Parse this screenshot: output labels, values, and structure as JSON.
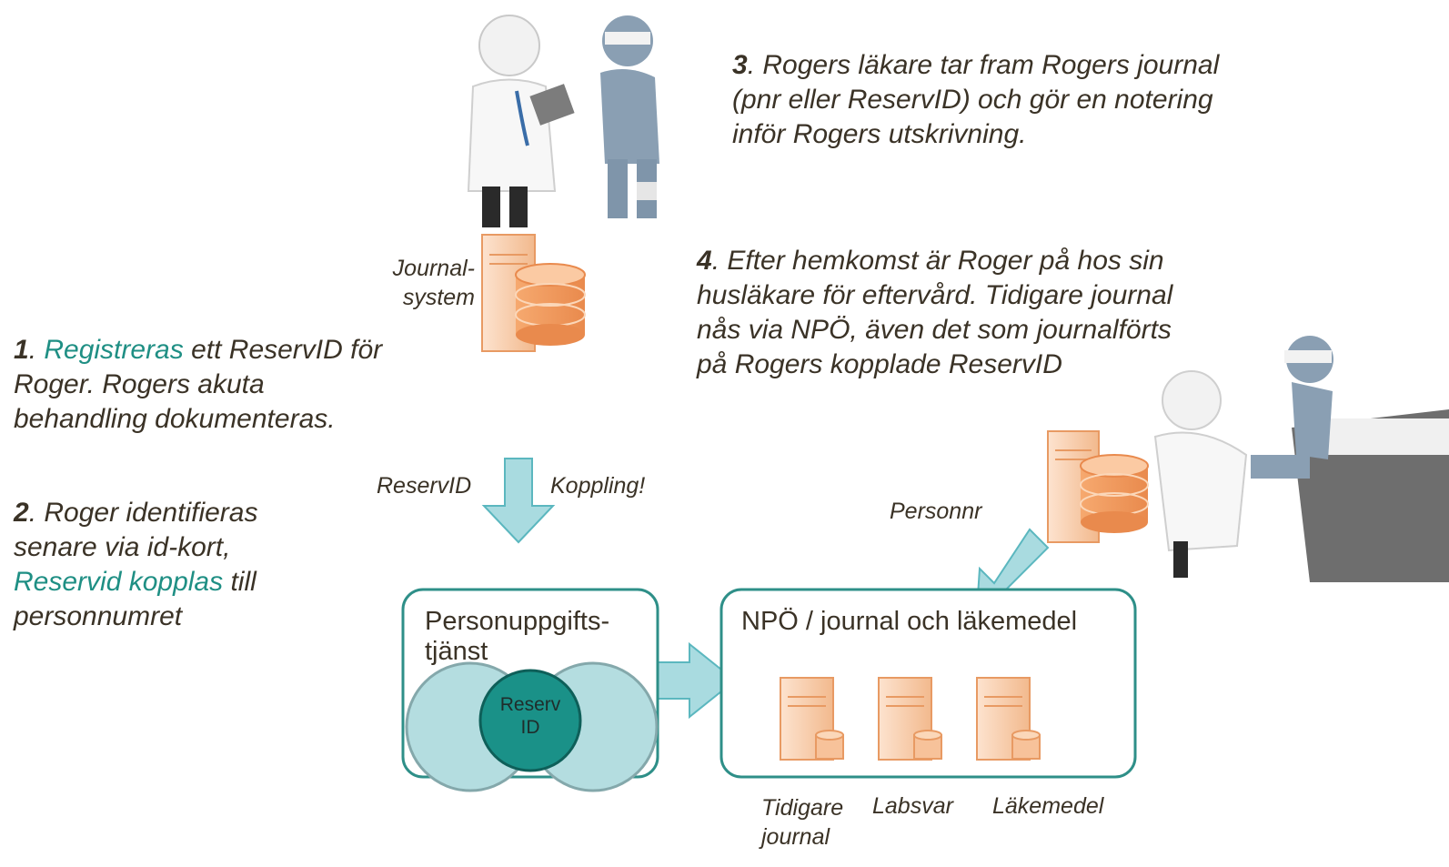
{
  "steps": {
    "s1": {
      "num": "1",
      "p1": ". ",
      "hl": "Registreras",
      "p2": " ett ReservID för",
      "l2": "Roger. Rogers akuta",
      "l3": "behandling dokumenteras."
    },
    "s2": {
      "num": "2",
      "l1": ". Roger identifieras",
      "l2": "senare via id-kort,",
      "hl": "Reservid kopplas",
      "p3": " till",
      "l4": "personnumret"
    },
    "s3": {
      "num": "3",
      "l1": ". Rogers läkare tar fram Rogers journal",
      "l2": "(pnr eller ReservID) och gör en notering",
      "l3": "inför Rogers utskrivning."
    },
    "s4": {
      "num": "4",
      "l1": ". Efter hemkomst är Roger på hos sin",
      "l2": "husläkare för eftervård. Tidigare journal",
      "l3": "nås via NPÖ, även det som journalförts",
      "l4": "på Rogers kopplade ReservID"
    }
  },
  "labels": {
    "journal_l1": "Journal-",
    "journal_l2": "system",
    "reservid": "ReservID",
    "koppling": "Koppling!",
    "personnr": "Personnr"
  },
  "boxes": {
    "person_l1": "Personuppgifts-",
    "person_l2": "tjänst",
    "reserv_l1": "Reserv",
    "reserv_l2": "ID",
    "npo_title": "NPÖ / journal och läkemedel"
  },
  "servers": {
    "tidigare_l1": "Tidigare",
    "tidigare_l2": "journal",
    "labsvar": "Labsvar",
    "lakemedel": "Läkemedel"
  },
  "colors": {
    "teal_border": "#2e8f88",
    "arrow_fill": "#a9dbe0",
    "circle_light": "#b4dde0",
    "circle_dark": "#1a9188",
    "server_orange": "#f4a46a",
    "text": "#3a3226",
    "highlight": "#1f8f84"
  }
}
